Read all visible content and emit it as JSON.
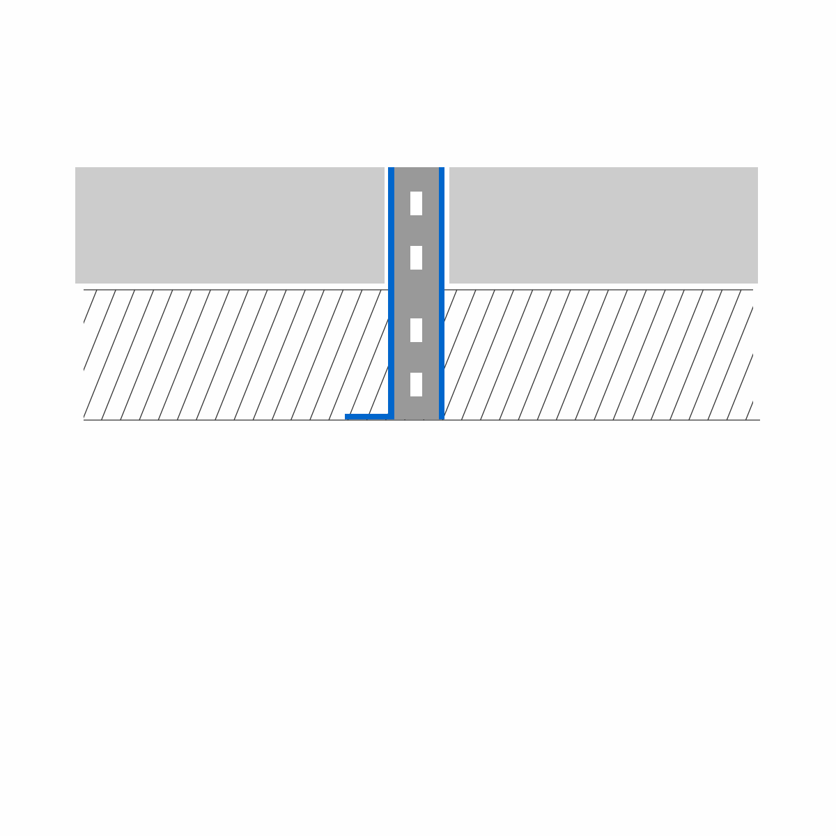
{
  "diagram": {
    "type": "tile-profile-cross-section",
    "colors": {
      "background": "#fefefe",
      "tile": "#cccccc",
      "profile_core": "#999999",
      "profile_edge": "#0066cc",
      "hatch": "#333333",
      "slot": "#ffffff"
    },
    "components": [
      "left-tile",
      "right-tile",
      "substrate-hatch",
      "profile-core",
      "profile-edge-left",
      "profile-edge-right",
      "profile-foot"
    ],
    "slot_count": 4
  }
}
